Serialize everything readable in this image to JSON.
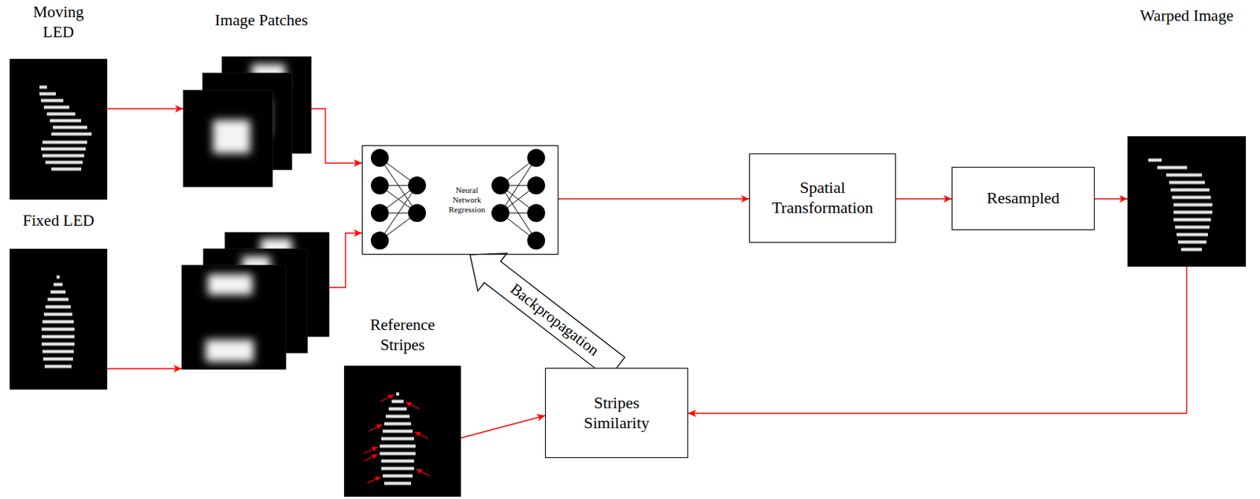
{
  "diagram": {
    "nodes": [
      {
        "text": [
          "Moving LED"
        ]
      },
      {
        "text": [
          "Image Patches"
        ]
      },
      {
        "text": [
          "Fixed LED"
        ]
      },
      {
        "text": [
          "Neural Network Regression"
        ]
      },
      {
        "text": [
          "Spatial Transformation"
        ]
      },
      {
        "text": [
          "Resampled"
        ]
      },
      {
        "text": [
          "Warped Image"
        ]
      },
      {
        "text": [
          "Reference Stripes"
        ]
      },
      {
        "text": [
          "Stripes Similarity"
        ]
      }
    ],
    "edges": [
      {
        "from": 0,
        "to": 1,
        "arrow": "to"
      },
      {
        "from": 1,
        "to": 3,
        "arrow": "to"
      },
      {
        "from": 2,
        "to": 3,
        "arrow": "to"
      },
      {
        "from": 3,
        "to": 4,
        "arrow": "to"
      },
      {
        "from": 4,
        "to": 5,
        "arrow": "to"
      },
      {
        "from": 5,
        "to": 6,
        "arrow": "to"
      },
      {
        "from": 6,
        "to": 8,
        "arrow": "to"
      },
      {
        "from": 7,
        "to": 8,
        "arrow": "to"
      },
      {
        "from": 8,
        "to": 3,
        "arrow": "to",
        "label": "Backpropagation"
      }
    ]
  }
}
